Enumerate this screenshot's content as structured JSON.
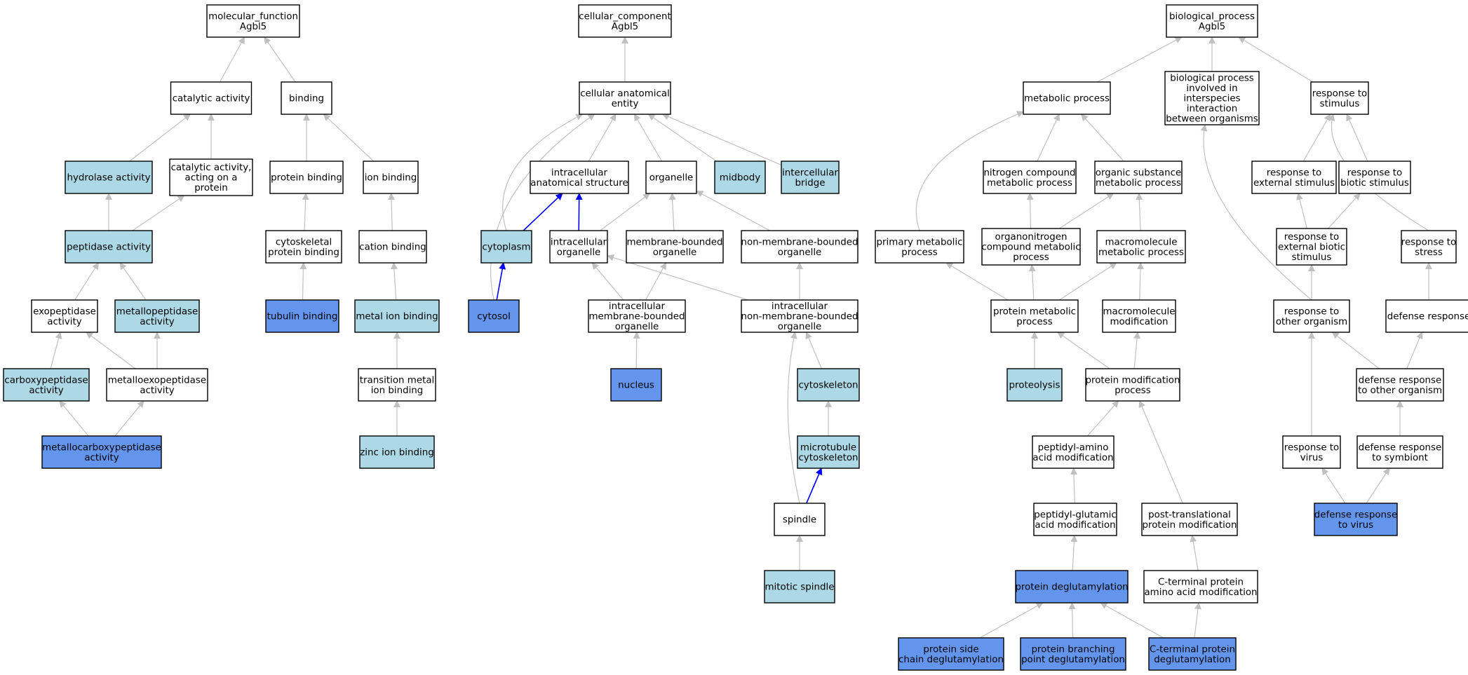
{
  "colors": {
    "plain": "#ffffff",
    "light": "#add8e6",
    "dark": "#6495ed",
    "edge": "#c0c0c0",
    "highlight_edge": "#0000ff"
  },
  "nodes": [
    {
      "id": "mf",
      "lines": [
        "molecular_function",
        "Agbl5"
      ],
      "fill": "plain"
    },
    {
      "id": "catalytic",
      "lines": [
        "catalytic activity"
      ],
      "fill": "plain"
    },
    {
      "id": "binding",
      "lines": [
        "binding"
      ],
      "fill": "plain"
    },
    {
      "id": "hydrolase",
      "lines": [
        "hydrolase activity"
      ],
      "fill": "light"
    },
    {
      "id": "cat_protein",
      "lines": [
        "catalytic activity,",
        "acting on a",
        "protein"
      ],
      "fill": "plain"
    },
    {
      "id": "protein_binding",
      "lines": [
        "protein binding"
      ],
      "fill": "plain"
    },
    {
      "id": "ion_binding",
      "lines": [
        "ion binding"
      ],
      "fill": "plain"
    },
    {
      "id": "peptidase",
      "lines": [
        "peptidase activity"
      ],
      "fill": "light"
    },
    {
      "id": "cytoskeletal_pb",
      "lines": [
        "cytoskeletal",
        "protein binding"
      ],
      "fill": "plain"
    },
    {
      "id": "cation_binding",
      "lines": [
        "cation binding"
      ],
      "fill": "plain"
    },
    {
      "id": "exopeptidase",
      "lines": [
        "exopeptidase",
        "activity"
      ],
      "fill": "plain"
    },
    {
      "id": "metallopeptidase",
      "lines": [
        "metallopeptidase",
        "activity"
      ],
      "fill": "light"
    },
    {
      "id": "tubulin_binding",
      "lines": [
        "tubulin binding"
      ],
      "fill": "dark"
    },
    {
      "id": "metal_ion_binding",
      "lines": [
        "metal ion binding"
      ],
      "fill": "light"
    },
    {
      "id": "carboxypeptidase",
      "lines": [
        "carboxypeptidase",
        "activity"
      ],
      "fill": "light"
    },
    {
      "id": "metalloexopeptidase",
      "lines": [
        "metalloexopeptidase",
        "activity"
      ],
      "fill": "plain"
    },
    {
      "id": "transition_metal",
      "lines": [
        "transition metal",
        "ion binding"
      ],
      "fill": "plain"
    },
    {
      "id": "metallocarboxypeptidase",
      "lines": [
        "metallocarboxypeptidase",
        "activity"
      ],
      "fill": "dark"
    },
    {
      "id": "zinc_ion_binding",
      "lines": [
        "zinc ion binding"
      ],
      "fill": "light"
    },
    {
      "id": "cc",
      "lines": [
        "cellular_component",
        "Agbl5"
      ],
      "fill": "plain"
    },
    {
      "id": "cae",
      "lines": [
        "cellular anatomical",
        "entity"
      ],
      "fill": "plain"
    },
    {
      "id": "intracell_struct",
      "lines": [
        "intracellular",
        "anatomical structure"
      ],
      "fill": "plain"
    },
    {
      "id": "organelle",
      "lines": [
        "organelle"
      ],
      "fill": "plain"
    },
    {
      "id": "midbody",
      "lines": [
        "midbody"
      ],
      "fill": "light"
    },
    {
      "id": "intercellular_bridge",
      "lines": [
        "intercellular",
        "bridge"
      ],
      "fill": "light"
    },
    {
      "id": "cytoplasm",
      "lines": [
        "cytoplasm"
      ],
      "fill": "light"
    },
    {
      "id": "intracell_organelle",
      "lines": [
        "intracellular",
        "organelle"
      ],
      "fill": "plain"
    },
    {
      "id": "membrane_bounded",
      "lines": [
        "membrane-bounded",
        "organelle"
      ],
      "fill": "plain"
    },
    {
      "id": "non_membrane_bounded",
      "lines": [
        "non-membrane-bounded",
        "organelle"
      ],
      "fill": "plain"
    },
    {
      "id": "cytosol",
      "lines": [
        "cytosol"
      ],
      "fill": "dark"
    },
    {
      "id": "intracell_mbo",
      "lines": [
        "intracellular",
        "membrane-bounded",
        "organelle"
      ],
      "fill": "plain"
    },
    {
      "id": "intracell_nmbo",
      "lines": [
        "intracellular",
        "non-membrane-bounded",
        "organelle"
      ],
      "fill": "plain"
    },
    {
      "id": "nucleus",
      "lines": [
        "nucleus"
      ],
      "fill": "dark"
    },
    {
      "id": "cytoskeleton",
      "lines": [
        "cytoskeleton"
      ],
      "fill": "light"
    },
    {
      "id": "microtubule_cytoskeleton",
      "lines": [
        "microtubule",
        "cytoskeleton"
      ],
      "fill": "light"
    },
    {
      "id": "spindle",
      "lines": [
        "spindle"
      ],
      "fill": "plain"
    },
    {
      "id": "mitotic_spindle",
      "lines": [
        "mitotic spindle"
      ],
      "fill": "light"
    },
    {
      "id": "bp",
      "lines": [
        "biological_process",
        "Agbl5"
      ],
      "fill": "plain"
    },
    {
      "id": "metabolic",
      "lines": [
        "metabolic process"
      ],
      "fill": "plain"
    },
    {
      "id": "interspecies",
      "lines": [
        "biological process",
        "involved in",
        "interspecies",
        "interaction",
        "between organisms"
      ],
      "fill": "plain"
    },
    {
      "id": "resp_stimulus",
      "lines": [
        "response to",
        "stimulus"
      ],
      "fill": "plain"
    },
    {
      "id": "nitrogen_compound",
      "lines": [
        "nitrogen compound",
        "metabolic process"
      ],
      "fill": "plain"
    },
    {
      "id": "organic_substance",
      "lines": [
        "organic substance",
        "metabolic process"
      ],
      "fill": "plain"
    },
    {
      "id": "resp_external",
      "lines": [
        "response to",
        "external stimulus"
      ],
      "fill": "plain"
    },
    {
      "id": "resp_biotic",
      "lines": [
        "response to",
        "biotic stimulus"
      ],
      "fill": "plain"
    },
    {
      "id": "primary_metabolic",
      "lines": [
        "primary metabolic",
        "process"
      ],
      "fill": "plain"
    },
    {
      "id": "organonitrogen",
      "lines": [
        "organonitrogen",
        "compound metabolic",
        "process"
      ],
      "fill": "plain"
    },
    {
      "id": "macromolecule_metabolic",
      "lines": [
        "macromolecule",
        "metabolic process"
      ],
      "fill": "plain"
    },
    {
      "id": "resp_ext_biotic",
      "lines": [
        "response to",
        "external biotic",
        "stimulus"
      ],
      "fill": "plain"
    },
    {
      "id": "resp_stress",
      "lines": [
        "response to",
        "stress"
      ],
      "fill": "plain"
    },
    {
      "id": "protein_metabolic",
      "lines": [
        "protein metabolic",
        "process"
      ],
      "fill": "plain"
    },
    {
      "id": "macromolecule_mod",
      "lines": [
        "macromolecule",
        "modification"
      ],
      "fill": "plain"
    },
    {
      "id": "resp_other_org",
      "lines": [
        "response to",
        "other organism"
      ],
      "fill": "plain"
    },
    {
      "id": "defense_response",
      "lines": [
        "defense response"
      ],
      "fill": "plain"
    },
    {
      "id": "proteolysis",
      "lines": [
        "proteolysis"
      ],
      "fill": "light"
    },
    {
      "id": "protein_mod",
      "lines": [
        "protein modification",
        "process"
      ],
      "fill": "plain"
    },
    {
      "id": "defense_other_org",
      "lines": [
        "defense response",
        "to other organism"
      ],
      "fill": "plain"
    },
    {
      "id": "peptidyl_amino",
      "lines": [
        "peptidyl-amino",
        "acid modification"
      ],
      "fill": "plain"
    },
    {
      "id": "resp_virus",
      "lines": [
        "response to",
        "virus"
      ],
      "fill": "plain"
    },
    {
      "id": "defense_symbiont",
      "lines": [
        "defense response",
        "to symbiont"
      ],
      "fill": "plain"
    },
    {
      "id": "peptidyl_glutamic",
      "lines": [
        "peptidyl-glutamic",
        "acid modification"
      ],
      "fill": "plain"
    },
    {
      "id": "post_translational",
      "lines": [
        "post-translational",
        "protein modification"
      ],
      "fill": "plain"
    },
    {
      "id": "defense_virus",
      "lines": [
        "defense response",
        "to virus"
      ],
      "fill": "dark"
    },
    {
      "id": "protein_deglut",
      "lines": [
        "protein deglutamylation"
      ],
      "fill": "dark"
    },
    {
      "id": "c_term_mod",
      "lines": [
        "C-terminal protein",
        "amino acid modification"
      ],
      "fill": "plain"
    },
    {
      "id": "side_chain_deglut",
      "lines": [
        "protein side",
        "chain deglutamylation"
      ],
      "fill": "dark"
    },
    {
      "id": "branching_deglut",
      "lines": [
        "protein branching",
        "point deglutamylation"
      ],
      "fill": "dark"
    },
    {
      "id": "c_term_deglut",
      "lines": [
        "C-terminal protein",
        "deglutamylation"
      ],
      "fill": "dark"
    }
  ],
  "edges": [
    {
      "from": "catalytic",
      "to": "mf"
    },
    {
      "from": "binding",
      "to": "mf"
    },
    {
      "from": "hydrolase",
      "to": "catalytic"
    },
    {
      "from": "cat_protein",
      "to": "catalytic"
    },
    {
      "from": "protein_binding",
      "to": "binding"
    },
    {
      "from": "ion_binding",
      "to": "binding"
    },
    {
      "from": "peptidase",
      "to": "hydrolase"
    },
    {
      "from": "peptidase",
      "to": "cat_protein"
    },
    {
      "from": "cytoskeletal_pb",
      "to": "protein_binding"
    },
    {
      "from": "cation_binding",
      "to": "ion_binding"
    },
    {
      "from": "exopeptidase",
      "to": "peptidase"
    },
    {
      "from": "metallopeptidase",
      "to": "peptidase"
    },
    {
      "from": "tubulin_binding",
      "to": "cytoskeletal_pb"
    },
    {
      "from": "metal_ion_binding",
      "to": "cation_binding"
    },
    {
      "from": "carboxypeptidase",
      "to": "exopeptidase"
    },
    {
      "from": "metalloexopeptidase",
      "to": "exopeptidase"
    },
    {
      "from": "metalloexopeptidase",
      "to": "metallopeptidase"
    },
    {
      "from": "transition_metal",
      "to": "metal_ion_binding"
    },
    {
      "from": "metallocarboxypeptidase",
      "to": "carboxypeptidase"
    },
    {
      "from": "metallocarboxypeptidase",
      "to": "metalloexopeptidase"
    },
    {
      "from": "zinc_ion_binding",
      "to": "transition_metal"
    },
    {
      "from": "cae",
      "to": "cc"
    },
    {
      "from": "intracell_struct",
      "to": "cae"
    },
    {
      "from": "organelle",
      "to": "cae"
    },
    {
      "from": "midbody",
      "to": "cae"
    },
    {
      "from": "intercellular_bridge",
      "to": "cae"
    },
    {
      "from": "cytoplasm",
      "to": "cae",
      "curve": true
    },
    {
      "from": "cytosol",
      "to": "cae",
      "curve": true
    },
    {
      "from": "cytoplasm",
      "to": "intracell_struct",
      "highlight": true
    },
    {
      "from": "intracell_organelle",
      "to": "intracell_struct",
      "highlight": true
    },
    {
      "from": "intracell_organelle",
      "to": "organelle"
    },
    {
      "from": "membrane_bounded",
      "to": "organelle"
    },
    {
      "from": "non_membrane_bounded",
      "to": "organelle"
    },
    {
      "from": "cytosol",
      "to": "cytoplasm",
      "highlight": true
    },
    {
      "from": "intracell_mbo",
      "to": "intracell_organelle"
    },
    {
      "from": "intracell_mbo",
      "to": "membrane_bounded"
    },
    {
      "from": "intracell_nmbo",
      "to": "intracell_organelle"
    },
    {
      "from": "intracell_nmbo",
      "to": "non_membrane_bounded"
    },
    {
      "from": "nucleus",
      "to": "intracell_mbo"
    },
    {
      "from": "cytoskeleton",
      "to": "intracell_nmbo"
    },
    {
      "from": "microtubule_cytoskeleton",
      "to": "cytoskeleton"
    },
    {
      "from": "spindle",
      "to": "microtubule_cytoskeleton",
      "highlight": true
    },
    {
      "from": "spindle",
      "to": "intracell_nmbo",
      "curve": true
    },
    {
      "from": "mitotic_spindle",
      "to": "spindle"
    },
    {
      "from": "metabolic",
      "to": "bp"
    },
    {
      "from": "interspecies",
      "to": "bp"
    },
    {
      "from": "resp_stimulus",
      "to": "bp"
    },
    {
      "from": "nitrogen_compound",
      "to": "metabolic"
    },
    {
      "from": "organic_substance",
      "to": "metabolic"
    },
    {
      "from": "primary_metabolic",
      "to": "metabolic",
      "curve": true
    },
    {
      "from": "resp_external",
      "to": "resp_stimulus"
    },
    {
      "from": "resp_biotic",
      "to": "resp_stimulus"
    },
    {
      "from": "resp_stress",
      "to": "resp_stimulus",
      "curve": true
    },
    {
      "from": "organonitrogen",
      "to": "nitrogen_compound"
    },
    {
      "from": "organonitrogen",
      "to": "organic_substance"
    },
    {
      "from": "macromolecule_metabolic",
      "to": "organic_substance"
    },
    {
      "from": "resp_ext_biotic",
      "to": "resp_external"
    },
    {
      "from": "resp_ext_biotic",
      "to": "resp_biotic"
    },
    {
      "from": "protein_metabolic",
      "to": "primary_metabolic"
    },
    {
      "from": "protein_metabolic",
      "to": "organonitrogen"
    },
    {
      "from": "protein_metabolic",
      "to": "macromolecule_metabolic"
    },
    {
      "from": "macromolecule_mod",
      "to": "macromolecule_metabolic"
    },
    {
      "from": "resp_other_org",
      "to": "resp_ext_biotic"
    },
    {
      "from": "resp_other_org",
      "to": "interspecies",
      "curve": true
    },
    {
      "from": "defense_response",
      "to": "resp_stress"
    },
    {
      "from": "proteolysis",
      "to": "protein_metabolic"
    },
    {
      "from": "protein_mod",
      "to": "protein_metabolic"
    },
    {
      "from": "protein_mod",
      "to": "macromolecule_mod"
    },
    {
      "from": "defense_other_org",
      "to": "resp_other_org"
    },
    {
      "from": "defense_other_org",
      "to": "defense_response"
    },
    {
      "from": "peptidyl_amino",
      "to": "protein_mod"
    },
    {
      "from": "resp_virus",
      "to": "resp_other_org"
    },
    {
      "from": "defense_symbiont",
      "to": "defense_other_org"
    },
    {
      "from": "peptidyl_glutamic",
      "to": "peptidyl_amino"
    },
    {
      "from": "post_translational",
      "to": "protein_mod"
    },
    {
      "from": "defense_virus",
      "to": "resp_virus"
    },
    {
      "from": "defense_virus",
      "to": "defense_symbiont"
    },
    {
      "from": "protein_deglut",
      "to": "peptidyl_glutamic"
    },
    {
      "from": "c_term_mod",
      "to": "post_translational"
    },
    {
      "from": "side_chain_deglut",
      "to": "protein_deglut"
    },
    {
      "from": "branching_deglut",
      "to": "protein_deglut"
    },
    {
      "from": "c_term_deglut",
      "to": "protein_deglut"
    },
    {
      "from": "c_term_deglut",
      "to": "c_term_mod"
    }
  ]
}
